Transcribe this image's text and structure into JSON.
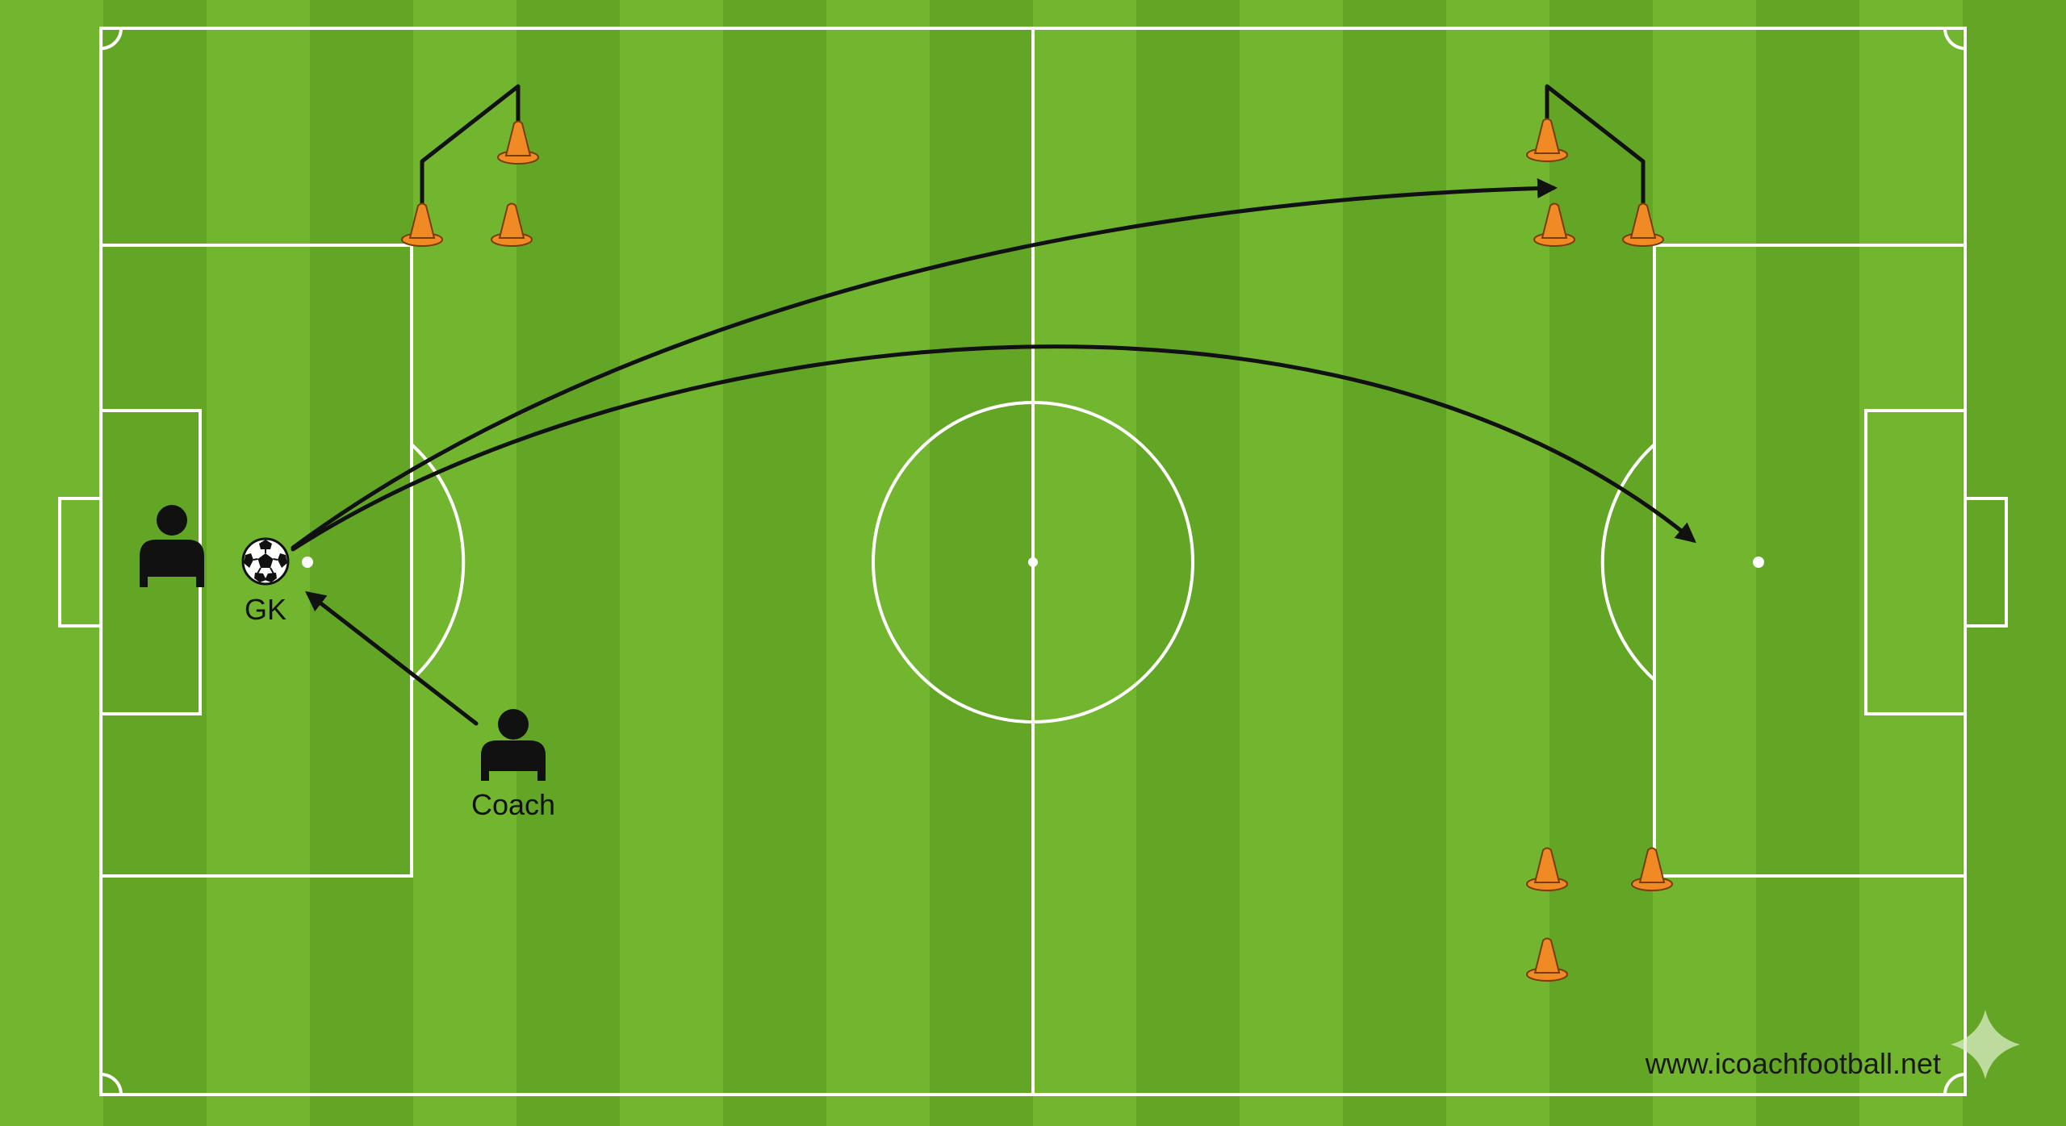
{
  "diagram": {
    "labels": {
      "goalkeeper": "GK",
      "coach": "Coach"
    },
    "website": "www.icoachfootball.net",
    "icons": {
      "player": "person-icon",
      "ball": "soccer-ball-icon",
      "cone": "cone-icon",
      "watermark": "sparkle-icon"
    },
    "colors": {
      "grass_light": "#72b52e",
      "grass_dark": "#63a626",
      "lines": "#ffffff",
      "cone": "#f08a24",
      "ink": "#111111"
    }
  }
}
